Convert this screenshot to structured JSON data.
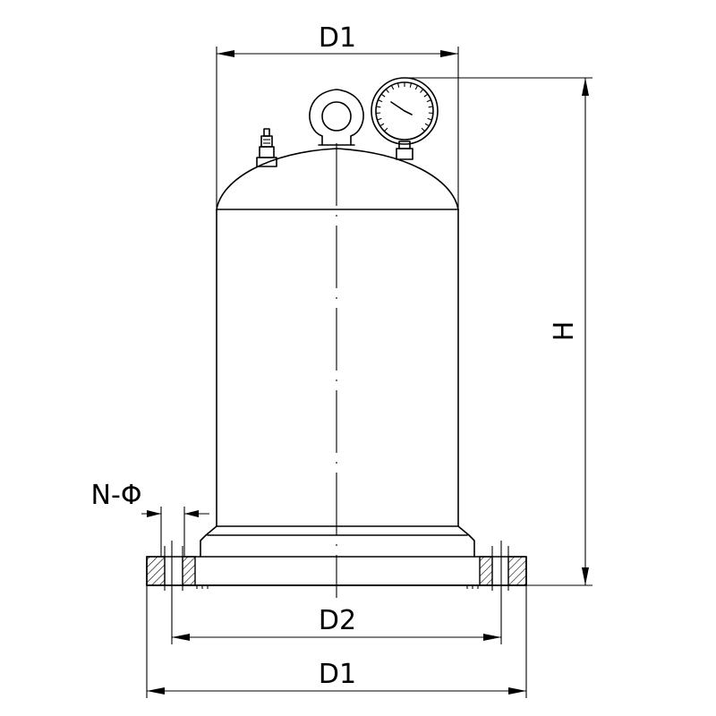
{
  "labels": {
    "d1_top": "D1",
    "h": "H",
    "n_phi": "N-Φ",
    "d2": "D2",
    "d1_bottom": "D1"
  },
  "colors": {
    "line": "#000000",
    "background": "#ffffff"
  }
}
